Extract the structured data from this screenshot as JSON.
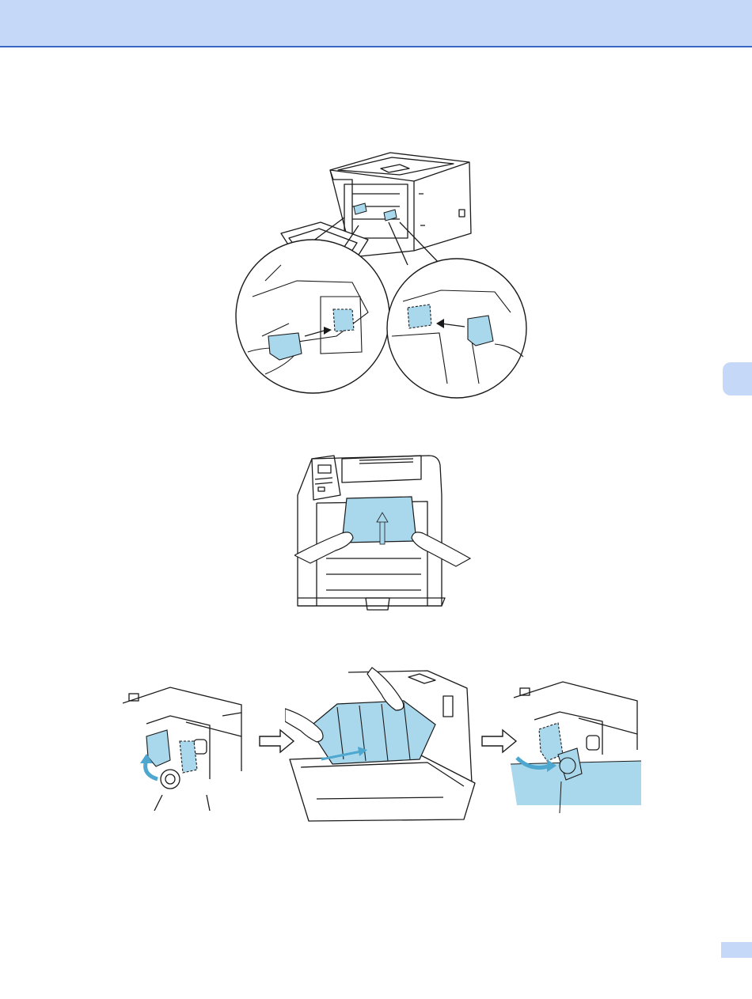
{
  "header": {
    "band_color": "#c5d8f7",
    "rule_color": "#3a67c6"
  },
  "illustration": {
    "highlight_color": "#a9d8ec",
    "line_color": "#1a1a1a",
    "paper_color": "#ffffff"
  },
  "figures": [
    {
      "id": "printer-with-magnified-callouts",
      "callouts": 2
    },
    {
      "id": "belt-unit-lift"
    },
    {
      "id": "drum-unit-sequence",
      "steps": 3
    }
  ]
}
